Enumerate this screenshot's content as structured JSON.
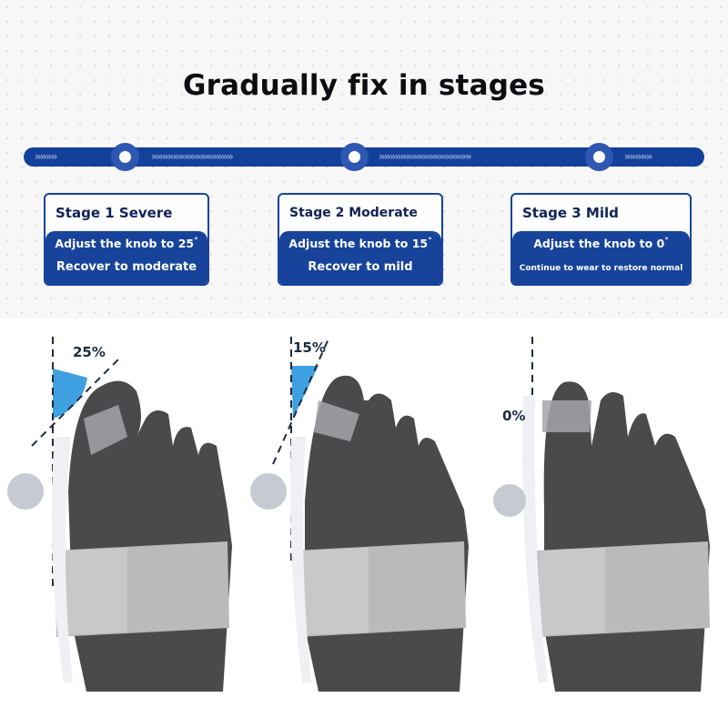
{
  "title": "Gradually fix in stages",
  "colors": {
    "primary": "#17439b",
    "bar": "#13409a",
    "angle_fill": "#3fa0e0",
    "foot": "#4a4a4c",
    "strap": "#b9babc"
  },
  "progress_bar": {
    "nodes": 3,
    "chevron_glyph": "»"
  },
  "stages": [
    {
      "heading": "Stage 1 Severe",
      "instruction": "Adjust the knob to 25",
      "degree": "°",
      "result": "Recover to moderate"
    },
    {
      "heading": "Stage 2 Moderate",
      "instruction": "Adjust the knob to 15",
      "degree": "°",
      "result": "Recover to mild"
    },
    {
      "heading": "Stage 3 Mild",
      "instruction": "Adjust the knob to 0",
      "degree": "°",
      "result": "Continue to wear to restore normal"
    }
  ],
  "illustrations": [
    {
      "angle_label": "25%"
    },
    {
      "angle_label": "15%"
    },
    {
      "angle_label": "0%"
    }
  ]
}
